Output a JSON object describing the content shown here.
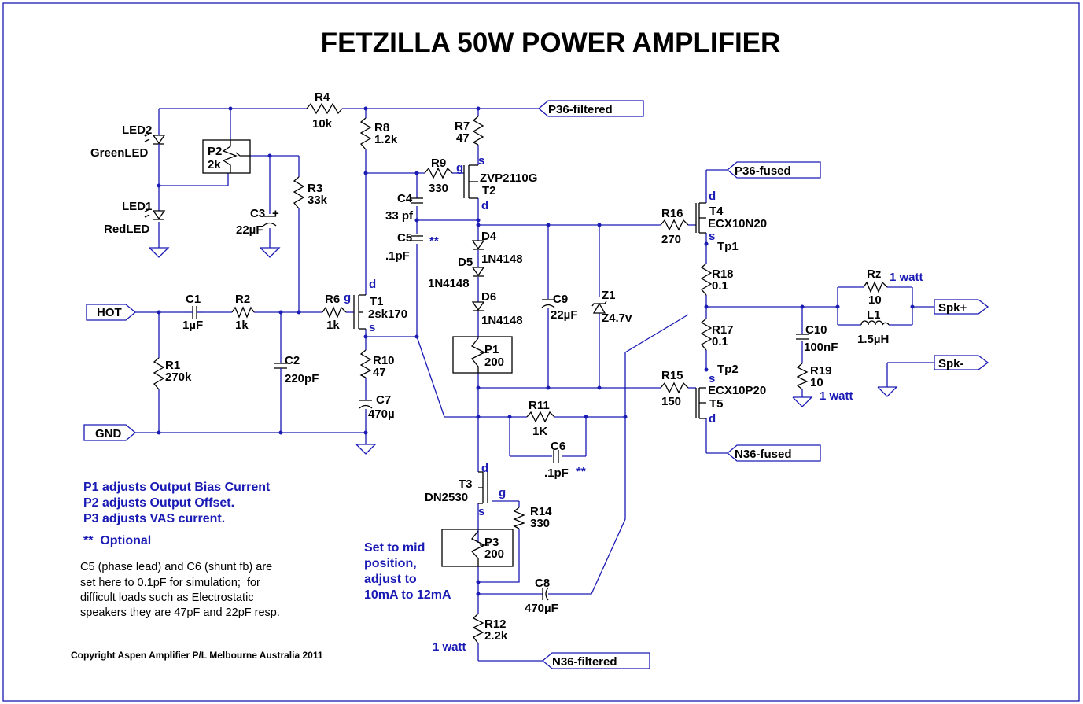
{
  "title": "FETZILLA 50W POWER AMPLIFIER",
  "ports": {
    "p36_filtered": "P36-filtered",
    "p36_fused": "P36-fused",
    "n36_fused": "N36-fused",
    "n36_filtered": "N36-filtered",
    "hot": "HOT",
    "gnd": "GND",
    "spk_pos": "Spk+",
    "spk_neg": "Spk-"
  },
  "components": {
    "r4": {
      "ref": "R4",
      "val": "10k"
    },
    "r8": {
      "ref": "R8",
      "val": "1.2k"
    },
    "r7": {
      "ref": "R7",
      "val": "47"
    },
    "r9": {
      "ref": "R9",
      "val": "330"
    },
    "r3": {
      "ref": "R3",
      "val": "33k"
    },
    "r16": {
      "ref": "R16",
      "val": "270"
    },
    "r18": {
      "ref": "R18",
      "val": "0.1"
    },
    "r17": {
      "ref": "R17",
      "val": "0.1"
    },
    "r15": {
      "ref": "R15",
      "val": "150"
    },
    "rz": {
      "ref": "Rz",
      "val": "10"
    },
    "r19": {
      "ref": "R19",
      "val": "10"
    },
    "r1": {
      "ref": "R1",
      "val": "270k"
    },
    "r2": {
      "ref": "R2",
      "val": "1k"
    },
    "r6": {
      "ref": "R6",
      "val": "1k"
    },
    "r10": {
      "ref": "R10",
      "val": "47"
    },
    "r11": {
      "ref": "R11",
      "val": "1K"
    },
    "r14": {
      "ref": "R14",
      "val": "330"
    },
    "r12": {
      "ref": "R12",
      "val": "2.2k"
    },
    "c1": {
      "ref": "C1",
      "val": "1µF"
    },
    "c2": {
      "ref": "C2",
      "val": "220pF"
    },
    "c3": {
      "ref": "C3",
      "val": "22µF"
    },
    "c4": {
      "ref": "C4",
      "val": "33 pf"
    },
    "c5": {
      "ref": "C5",
      "val": ".1pF"
    },
    "c6": {
      "ref": "C6",
      "val": ".1pF"
    },
    "c7": {
      "ref": "C7",
      "val": "470µ"
    },
    "c8": {
      "ref": "C8",
      "val": "470µF"
    },
    "c9": {
      "ref": "C9",
      "val": "22µF"
    },
    "c10": {
      "ref": "C10",
      "val": "100nF"
    },
    "l1": {
      "ref": "L1",
      "val": "1.5µH"
    },
    "led1": {
      "ref": "LED1",
      "val": "RedLED"
    },
    "led2": {
      "ref": "LED2",
      "val": "GreenLED"
    },
    "p1": {
      "ref": "P1",
      "val": "200"
    },
    "p2": {
      "ref": "P2",
      "val": "2k"
    },
    "p3": {
      "ref": "P3",
      "val": "200"
    },
    "z1": {
      "ref": "Z1",
      "val": "Z4.7v"
    },
    "d4": {
      "ref": "D4"
    },
    "d5": {
      "ref": "D5",
      "val": "1N4148"
    },
    "d5b": {
      "val": "1N4148"
    },
    "d6": {
      "ref": "D6",
      "val": "1N4148"
    },
    "t1": {
      "ref": "T1",
      "val": "2sk170"
    },
    "t2": {
      "ref": "T2",
      "val": "ZVP2110G"
    },
    "t3": {
      "ref": "T3",
      "val": "DN2530"
    },
    "t4": {
      "ref": "T4",
      "val": "ECX10N20"
    },
    "t5": {
      "ref": "T5",
      "val": "ECX10P20"
    }
  },
  "pins": {
    "g": "g",
    "d": "d",
    "s": "s"
  },
  "testpoints": {
    "tp1": "Tp1",
    "tp2": "Tp2"
  },
  "annotations": {
    "one_watt": "1 watt",
    "optional_mark": "**",
    "set_mid": [
      "Set to mid",
      "position,",
      "adjust to",
      "10mA to 12mA"
    ]
  },
  "notes": {
    "adjust": [
      "P1 adjusts Output Bias Current",
      "P2 adjusts Output Offset.",
      "P3 adjusts VAS current."
    ],
    "optional": "**  Optional",
    "phase": [
      "C5 (phase lead) and C6 (shunt fb) are",
      "set here to 0.1pF for simulation;  for",
      "difficult loads such as Electrostatic",
      "speakers they are 47pF and 22pF resp."
    ]
  },
  "copyright": "Copyright Aspen Amplifier P/L Melbourne Australia 2011",
  "colors": {
    "wire": "#1a1ab4",
    "component": "#000000",
    "text": "#000000",
    "note": "#1a1ab4"
  }
}
